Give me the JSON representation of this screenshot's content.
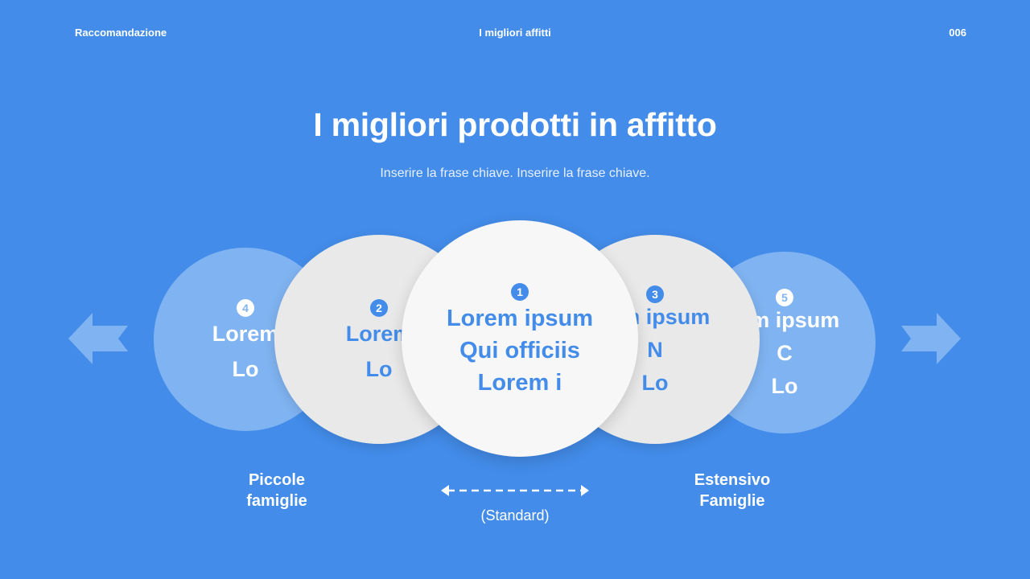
{
  "header": {
    "left": "Raccomandazione",
    "center": "I migliori affitti",
    "page_number": "006"
  },
  "title": "I migliori prodotti in affitto",
  "subtitle": "Inserire la frase chiave. Inserire la frase chiave.",
  "circles": [
    {
      "rank": "1",
      "lines": [
        "Lorem ipsum",
        "Qui officiis",
        "Lorem i"
      ]
    },
    {
      "rank": "2",
      "lines": [
        "Lorem",
        "Lo"
      ]
    },
    {
      "rank": "3",
      "lines": [
        "rem ipsum",
        "N",
        "Lo"
      ]
    },
    {
      "rank": "4",
      "lines": [
        "Lorem",
        "Lo"
      ]
    },
    {
      "rank": "5",
      "lines": [
        "rem ipsum",
        "C",
        "Lo"
      ]
    }
  ],
  "labels": {
    "small_line1": "Piccole",
    "small_line2": "famiglie",
    "standard": "(Standard)",
    "large_line1": "Estensivo",
    "large_line2": "Famiglie"
  },
  "colors": {
    "background": "#438CE9",
    "outer_circle": "#80B3F1",
    "mid_circle": "#E9E9E9",
    "center_circle": "#F7F7F7"
  }
}
